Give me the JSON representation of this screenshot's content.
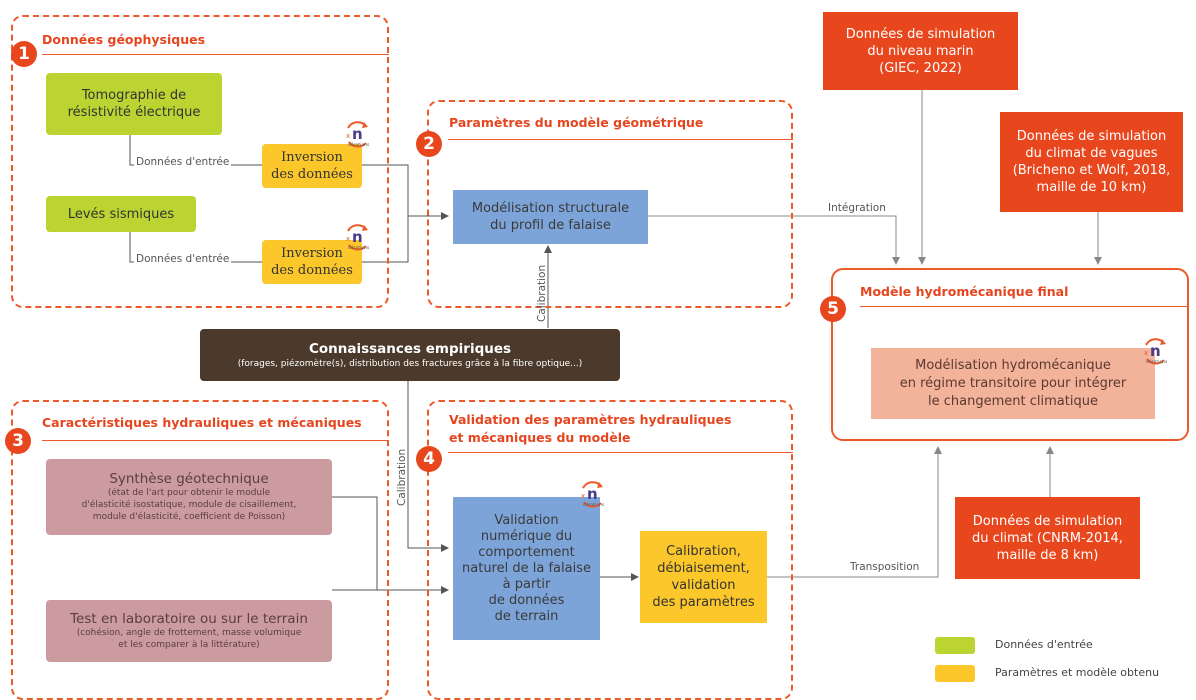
{
  "panels": {
    "p1": {
      "number": "1",
      "title": "Données géophysiques"
    },
    "p2": {
      "number": "2",
      "title": "Paramètres du modèle géométrique"
    },
    "p3": {
      "number": "3",
      "title": "Caractéristiques hydrauliques et mécaniques"
    },
    "p4": {
      "number": "4",
      "title_line1": "Validation des paramètres hydrauliques",
      "title_line2": "et mécaniques du modèle"
    },
    "p5": {
      "number": "5",
      "title": "Modèle hydromécanique final"
    }
  },
  "boxes": {
    "tomo_line1": "Tomographie de",
    "tomo_line2": "résistivité électrique",
    "seismic": "Levés sismiques",
    "inv1_line1": "Inversion",
    "inv1_line2": "des données",
    "inv2_line1": "Inversion",
    "inv2_line2": "des données",
    "structural_line1": "Modélisation structurale",
    "structural_line2": "du profil de falaise",
    "empirical_title": "Connaissances empiriques",
    "empirical_sub": "(forages, piézomètre(s), distribution des fractures grâce à la fibre optique...)",
    "geotech_title": "Synthèse géotechnique",
    "geotech_sub1": "(état de l'art pour obtenir le module",
    "geotech_sub2": "d'élasticité isostatique, module de cisaillement,",
    "geotech_sub3": "module d'élasticité, coefficient de Poisson)",
    "labtest_title": "Test en laboratoire ou sur le terrain",
    "labtest_sub1": "(cohésion, angle de frottement, masse volumique",
    "labtest_sub2": "et les comparer à la littérature)",
    "validation_lines": [
      "Validation",
      "numérique du",
      "comportement",
      "naturel de la falaise",
      "à partir",
      "de données",
      "de terrain"
    ],
    "calib_lines": [
      "Calibration,",
      "débiaisement,",
      "validation",
      "des paramètres"
    ],
    "sea_lines": [
      "Données de simulation",
      "du niveau marin",
      "(GIEC, 2022)"
    ],
    "waves_lines": [
      "Données de simulation",
      "du climat de vagues",
      "(Bricheno et Wolf, 2018,",
      "maille de 10 km)"
    ],
    "climate_lines": [
      "Données de simulation",
      "du climat (CNRM-2014,",
      "maille de 8 km)"
    ],
    "hydro_lines": [
      "Modélisation hydromécanique",
      "en régime transitoire pour intégrer",
      "le changement climatique"
    ]
  },
  "edge_labels": {
    "input1": "Données d'entrée",
    "input2": "Données d'entrée",
    "integration": "Intégration",
    "transposition": "Transposition",
    "calibration_up": "Calibration",
    "calibration_down": "Calibration"
  },
  "iteration_badge": {
    "x": "x",
    "n": "n",
    "label": "itérations"
  },
  "legend": {
    "input": {
      "label": "Données d'entrée",
      "color": "#bcd431"
    },
    "output": {
      "label": "Paramètres et modèle obtenu",
      "color": "#fcc72b"
    }
  },
  "colors": {
    "accent": "#e8471e",
    "green": "#bcd431",
    "yellow": "#fcc72b",
    "blue": "#7da4d8",
    "pink": "#cc9b9f",
    "salmon": "#f3b29a",
    "brown": "#4b3a2c"
  }
}
